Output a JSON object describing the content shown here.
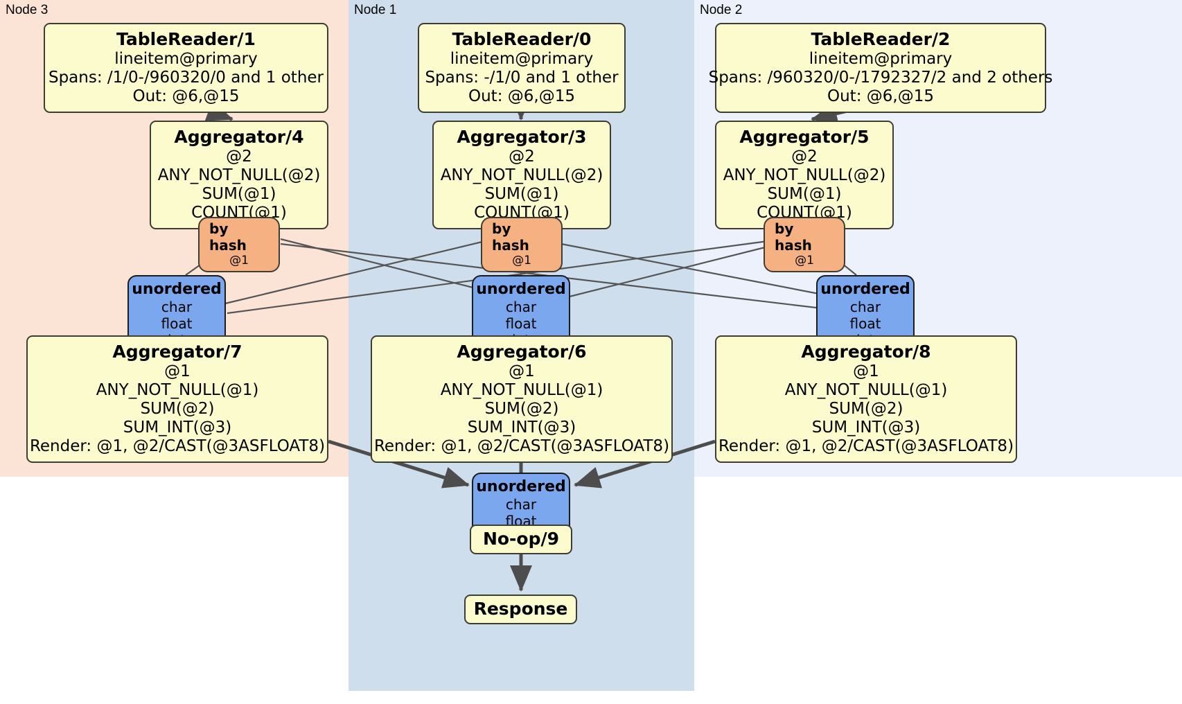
{
  "diagram": {
    "title": "Distributed query plan",
    "colors": {
      "node3_panel": "#fbe4d6",
      "node1_panel": "#cfdeec",
      "node2_panel": "#ecf1fb",
      "processor_fill": "#fbfbcd",
      "router_fill": "#f6b183",
      "receiver_fill": "#7aa7ee",
      "edge_thin": "#555555",
      "edge_thick": "#4d4d4d",
      "border": "#3d3d33"
    }
  },
  "panels": [
    {
      "id": "node3",
      "label": "Node 3"
    },
    {
      "id": "node1",
      "label": "Node 1"
    },
    {
      "id": "node2",
      "label": "Node 2"
    }
  ],
  "processors": {
    "tablereader_1": {
      "title": "TableReader/1",
      "lines": [
        "lineitem@primary",
        "Spans: /1/0-/960320/0 and 1 other",
        "Out: @6,@15"
      ]
    },
    "tablereader_0": {
      "title": "TableReader/0",
      "lines": [
        "lineitem@primary",
        "Spans: -/1/0 and 1 other",
        "Out: @6,@15"
      ]
    },
    "tablereader_2": {
      "title": "TableReader/2",
      "lines": [
        "lineitem@primary",
        "Spans: /960320/0-/1792327/2 and 2 others",
        "Out: @6,@15"
      ]
    },
    "aggregator_4": {
      "title": "Aggregator/4",
      "lines": [
        "@2",
        "ANY_NOT_NULL(@2)",
        "SUM(@1)",
        "COUNT(@1)"
      ]
    },
    "aggregator_3": {
      "title": "Aggregator/3",
      "lines": [
        "@2",
        "ANY_NOT_NULL(@2)",
        "SUM(@1)",
        "COUNT(@1)"
      ]
    },
    "aggregator_5": {
      "title": "Aggregator/5",
      "lines": [
        "@2",
        "ANY_NOT_NULL(@2)",
        "SUM(@1)",
        "COUNT(@1)"
      ]
    },
    "aggregator_7": {
      "title": "Aggregator/7",
      "lines": [
        "@1",
        "ANY_NOT_NULL(@1)",
        "SUM(@2)",
        "SUM_INT(@3)",
        "Render: @1, @2/CAST(@3ASFLOAT8)"
      ]
    },
    "aggregator_6": {
      "title": "Aggregator/6",
      "lines": [
        "@1",
        "ANY_NOT_NULL(@1)",
        "SUM(@2)",
        "SUM_INT(@3)",
        "Render: @1, @2/CAST(@3ASFLOAT8)"
      ]
    },
    "aggregator_8": {
      "title": "Aggregator/8",
      "lines": [
        "@1",
        "ANY_NOT_NULL(@1)",
        "SUM(@2)",
        "SUM_INT(@3)",
        "Render: @1, @2/CAST(@3ASFLOAT8)"
      ]
    },
    "noop_9": {
      "title": "No-op/9",
      "lines": []
    },
    "response": {
      "title": "Response",
      "lines": []
    }
  },
  "routers": {
    "router_left": {
      "title": "by hash",
      "lines": [
        "@1"
      ]
    },
    "router_center": {
      "title": "by hash",
      "lines": [
        "@1"
      ]
    },
    "router_right": {
      "title": "by hash",
      "lines": [
        "@1"
      ]
    }
  },
  "receivers": {
    "recv_left": {
      "title": "unordered",
      "lines": [
        "char",
        "float",
        "int"
      ]
    },
    "recv_center": {
      "title": "unordered",
      "lines": [
        "char",
        "float",
        "int"
      ]
    },
    "recv_right": {
      "title": "unordered",
      "lines": [
        "char",
        "float",
        "int"
      ]
    },
    "recv_final": {
      "title": "unordered",
      "lines": [
        "char",
        "float"
      ]
    }
  }
}
